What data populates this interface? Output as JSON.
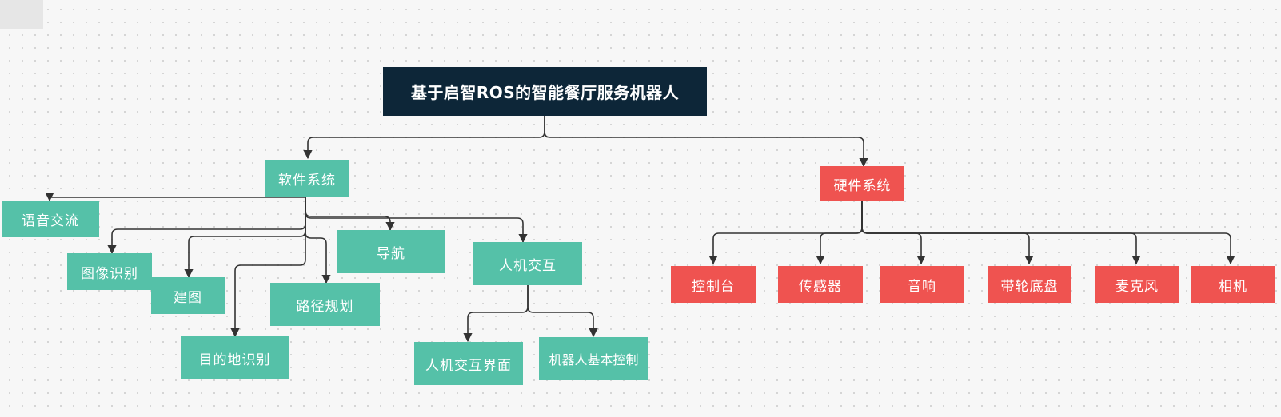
{
  "diagram": {
    "root": "基于启智ROS的智能餐厅服务机器人",
    "software": {
      "label": "软件系统",
      "children": {
        "voice": "语音交流",
        "image_recognition": "图像识别",
        "mapping": "建图",
        "destination_recognition": "目的地识别",
        "path_planning": "路径规划",
        "navigation": "导航",
        "hri": {
          "label": "人机交互",
          "children": {
            "hri_interface": "人机交互界面",
            "robot_basic_control": "机器人基本控制"
          }
        }
      }
    },
    "hardware": {
      "label": "硬件系统",
      "children": {
        "console": "控制台",
        "sensor": "传感器",
        "speaker": "音响",
        "wheeled_base": "带轮底盘",
        "microphone": "麦克风",
        "camera": "相机"
      }
    },
    "colors": {
      "root": "#0d2638",
      "software": "#55c1a8",
      "hardware": "#ef5350",
      "edge": "#333333"
    }
  }
}
